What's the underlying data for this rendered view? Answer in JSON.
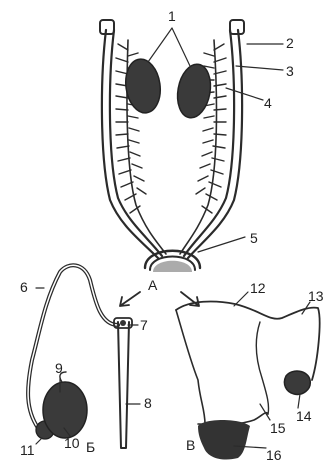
{
  "figure": {
    "panels": [
      "А",
      "Б",
      "В"
    ],
    "callouts": [
      "1",
      "2",
      "3",
      "4",
      "5",
      "6",
      "7",
      "8",
      "9",
      "10",
      "11",
      "12",
      "13",
      "14",
      "15",
      "16"
    ]
  }
}
